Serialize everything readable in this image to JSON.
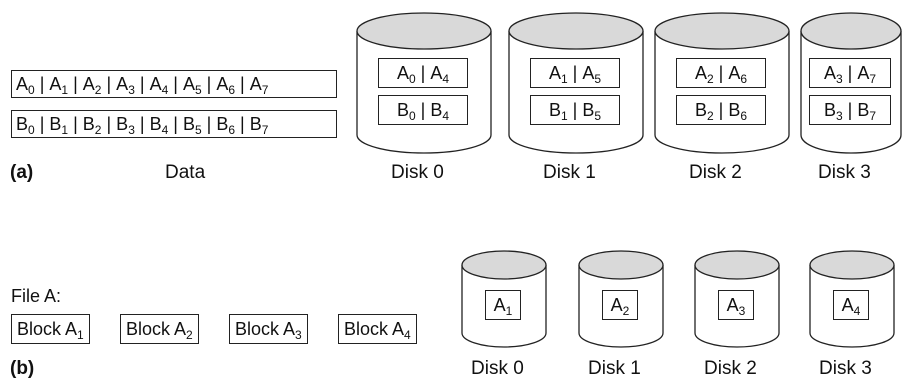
{
  "part_a": {
    "label": "(a)",
    "data_caption": "Data",
    "rows": [
      [
        "A|0",
        "A|1",
        "A|2",
        "A|3",
        "A|4",
        "A|5",
        "A|6",
        "A|7"
      ],
      [
        "B|0",
        "B|1",
        "B|2",
        "B|3",
        "B|4",
        "B|5",
        "B|6",
        "B|7"
      ]
    ],
    "disks": [
      {
        "label": "Disk 0",
        "blocks": [
          [
            "A|0",
            "A|4"
          ],
          [
            "B|0",
            "B|4"
          ]
        ]
      },
      {
        "label": "Disk 1",
        "blocks": [
          [
            "A|1",
            "A|5"
          ],
          [
            "B|1",
            "B|5"
          ]
        ]
      },
      {
        "label": "Disk 2",
        "blocks": [
          [
            "A|2",
            "A|6"
          ],
          [
            "B|2",
            "B|6"
          ]
        ]
      },
      {
        "label": "Disk 3",
        "blocks": [
          [
            "A|3",
            "A|7"
          ],
          [
            "B|3",
            "B|7"
          ]
        ]
      }
    ]
  },
  "part_b": {
    "label": "(b)",
    "file_title": "File A:",
    "file_blocks": [
      "Block A|1",
      "Block A|2",
      "Block A|3",
      "Block A|4"
    ],
    "disks": [
      {
        "label": "Disk 0",
        "block": "A|1"
      },
      {
        "label": "Disk 1",
        "block": "A|2"
      },
      {
        "label": "Disk 2",
        "block": "A|3"
      },
      {
        "label": "Disk 3",
        "block": "A|4"
      }
    ]
  },
  "colors": {
    "disk_top": "#d9d9d9",
    "disk_body": "#ffffff",
    "stroke": "#222222"
  }
}
